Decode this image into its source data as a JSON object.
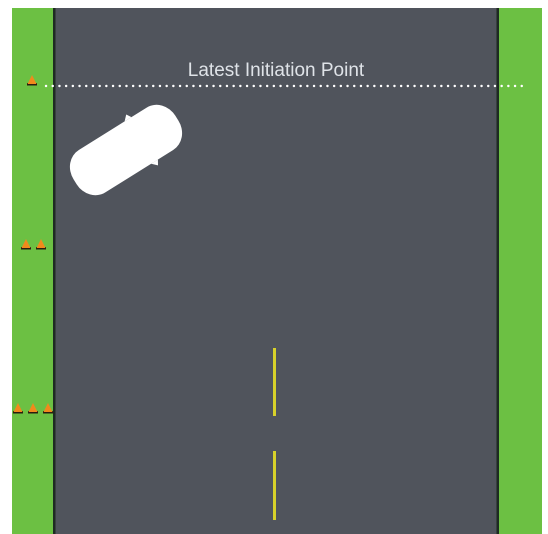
{
  "diagram": {
    "line_label": "Latest Initiation Point",
    "colors": {
      "grass": "#6cc043",
      "road": "#50545c",
      "edge_line": "#1e2a22",
      "center_line": "#d8d22a",
      "marker_line": "#ffffff",
      "car": "#ffffff",
      "cone": "#f08a1c",
      "cone_base": "#2a1d0f"
    },
    "cone_groups": [
      {
        "name": "cones-1",
        "count": 1
      },
      {
        "name": "cones-2",
        "count": 2
      },
      {
        "name": "cones-3",
        "count": 3
      }
    ]
  }
}
